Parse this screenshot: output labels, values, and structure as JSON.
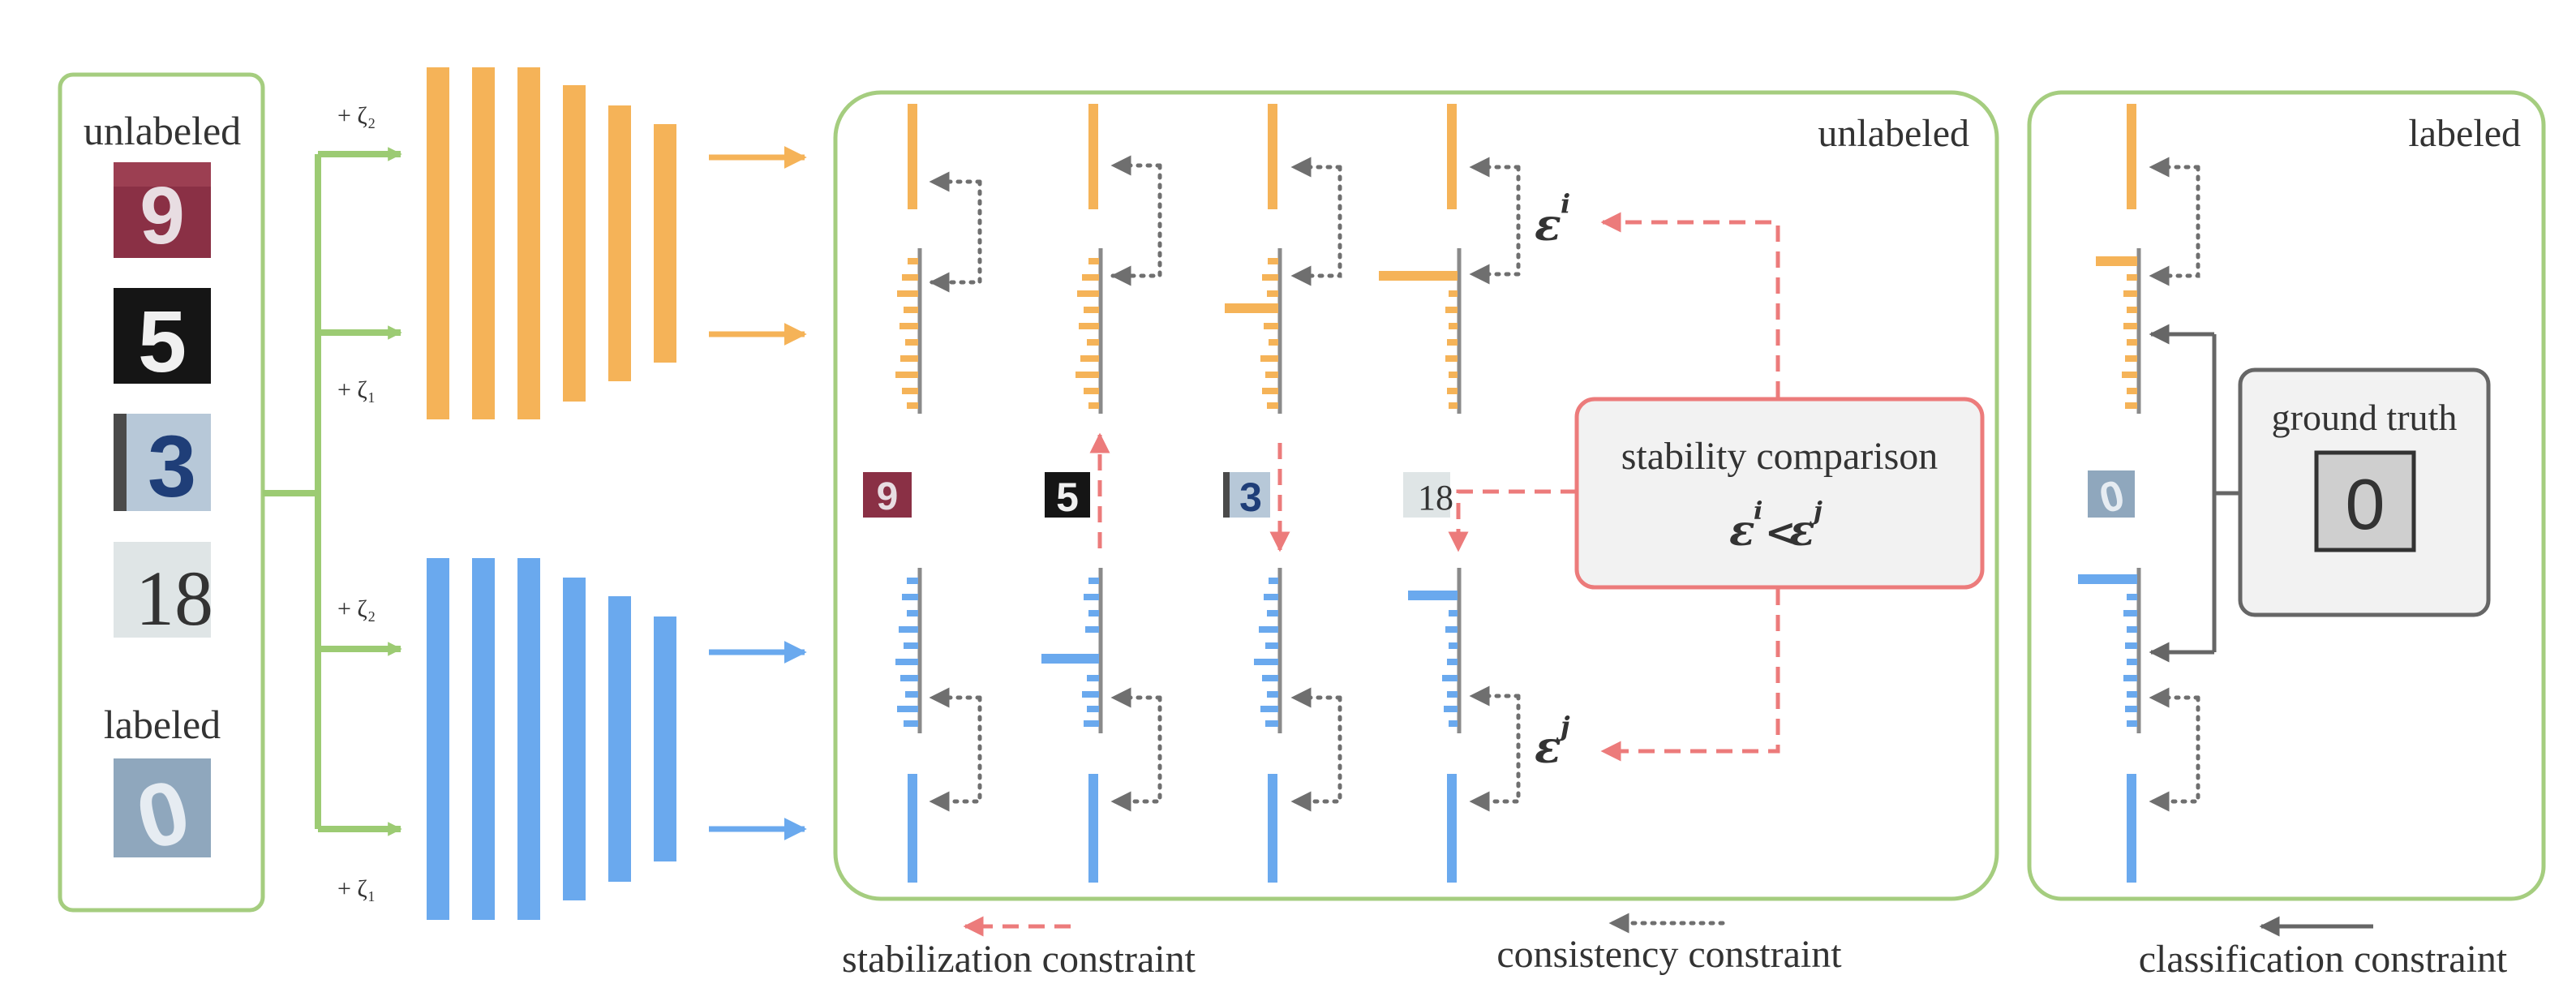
{
  "inputs": {
    "unlabeled_title": "unlabeled",
    "labeled_title": "labeled",
    "unlabeled_digits": [
      "9",
      "5",
      "3",
      "18"
    ],
    "labeled_digit": "0"
  },
  "noise": {
    "top_upper": "+ ζ₂",
    "top_lower": "+ ζ₁",
    "bottom_upper": "+ ζ₂",
    "bottom_lower": "+ ζ₁"
  },
  "unlabeled_panel": {
    "title": "unlabeled",
    "thumbnails": [
      "9",
      "5",
      "3",
      "18"
    ],
    "epsilon_i": "ε",
    "epsilon_i_sup": "i",
    "epsilon_j": "ε",
    "epsilon_j_sup": "j"
  },
  "stability": {
    "title": "stability comparison",
    "formula_a": "ε",
    "formula_a_sup": "i",
    "formula_op": "<",
    "formula_b": "ε",
    "formula_b_sup": "j"
  },
  "labeled_panel": {
    "title": "labeled",
    "thumbnail": "0",
    "ground_truth_title": "ground truth",
    "ground_truth_value": "0"
  },
  "legend": {
    "stabilization": "stabilization constraint",
    "consistency": "consistency constraint",
    "classification": "classification constraint"
  },
  "colors": {
    "orange": "#f5b358",
    "blue": "#6aa9ee",
    "green_frame": "#a5cd7f",
    "green_arrow": "#9ccb73",
    "red_dashed": "#ec7b7b",
    "gray_dotted": "#6f6f6f",
    "gray_solid": "#666666"
  }
}
